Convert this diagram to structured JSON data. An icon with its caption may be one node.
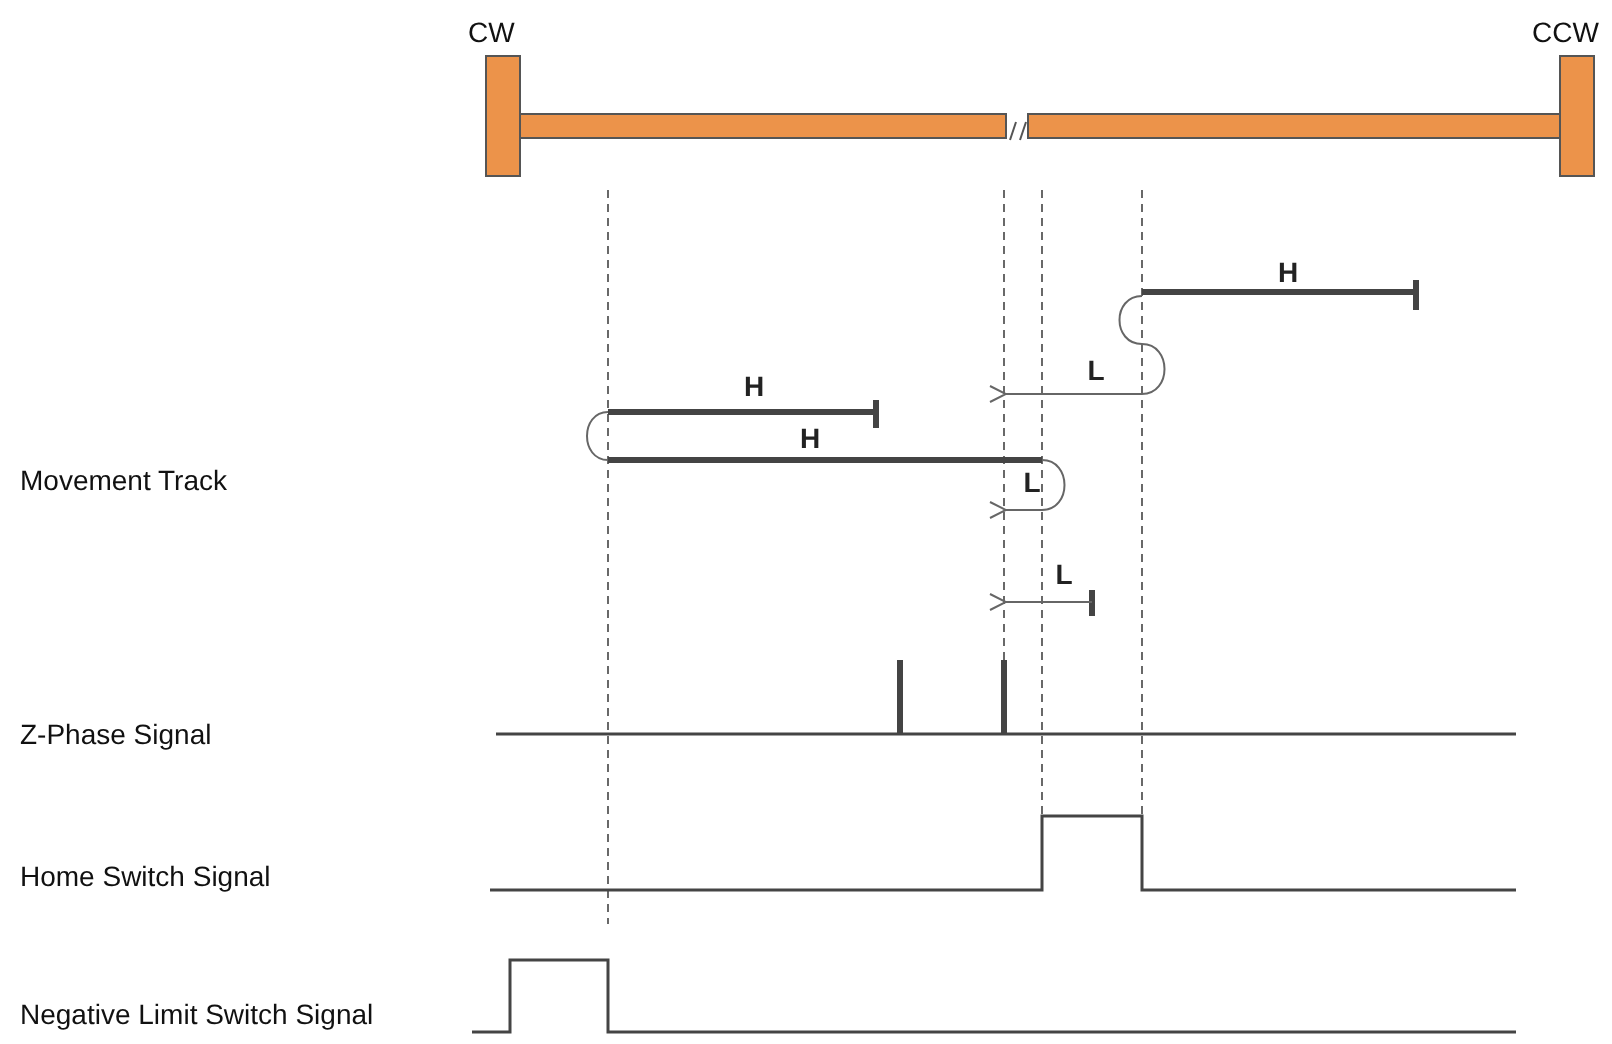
{
  "diagram": {
    "labels": [
      "CW",
      "CCW",
      "H",
      "L",
      "H",
      "H",
      "Movement Track",
      "L",
      "L",
      "Z-Phase Signal",
      "Home Switch Signal",
      "Negative Limit Switch Signal"
    ]
  }
}
